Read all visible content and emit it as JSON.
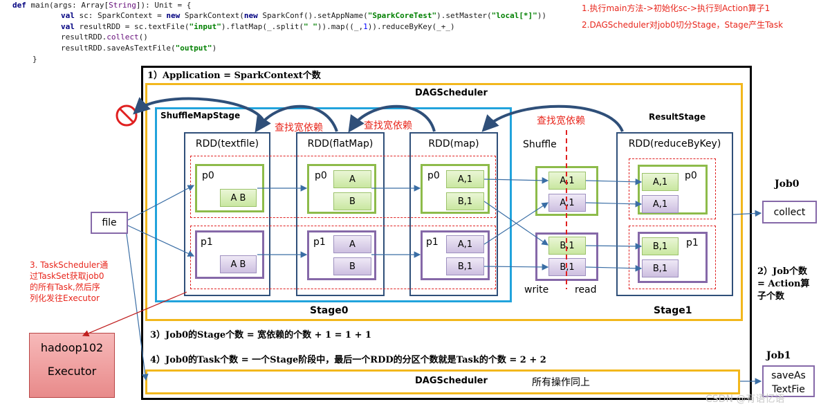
{
  "code": {
    "line1_kw": "def",
    "line1_rest_a": " main(args: Array[",
    "line1_type": "String",
    "line1_rest_b": "]): Unit = {",
    "line2_kw1": "val",
    "line2_a": " sc: SparkContext = ",
    "line2_kw2": "new",
    "line2_b": " SparkContext(",
    "line2_kw3": "new",
    "line2_c": " SparkConf().setAppName(",
    "line2_s1": "\"SparkCoreTest\"",
    "line2_d": ").setMaster(",
    "line2_s2": "\"local[*]\"",
    "line2_e": "))",
    "line3_kw": "val",
    "line3_a": " resultRDD = sc.textFile(",
    "line3_s1": "\"input\"",
    "line3_b": ").flatMap(_.split(",
    "line3_s2": "\" \"",
    "line3_c": ")).map((_,",
    "line3_num": "1",
    "line3_d": ")).reduceByKey(_+_)",
    "line4": "resultRDD.",
    "line4_m": "collect",
    "line4_b": "()",
    "line5_a": "resultRDD.saveAsTextFile(",
    "line5_s": "\"output\"",
    "line5_b": ")",
    "line6": "}"
  },
  "notes": {
    "top1": "1.执行main方法->初始化sc->执行到Action算子1",
    "top2": "2.DAGScheduler对job0切分Stage，Stage产生Task",
    "task_scheduler": [
      "3. TaskScheduler通",
      "过TaskSet获取job0",
      "的所有Task,然后序",
      "列化发往Executor"
    ]
  },
  "app_title": "1）Application = SparkContext个数",
  "dag_top": "DAGScheduler",
  "dag_bottom": "DAGScheduler",
  "same_ops": "所有操作同上",
  "shuffle_map_stage": "ShuffleMapStage",
  "result_stage": "ResultStage",
  "find_wide": [
    "查找宽依赖",
    "查找宽依赖",
    "查找宽依赖"
  ],
  "rdds": {
    "textfile": "RDD(textfile)",
    "flatmap": "RDD(flatMap)",
    "map": "RDD(map)",
    "reduce": "RDD(reduceByKey)"
  },
  "shuffle": "Shuffle",
  "write": "write",
  "read": "read",
  "p0": "p0",
  "p1": "p1",
  "cells": {
    "tf_p0": "A B",
    "tf_p1": "A B",
    "fm_p0_a": "A",
    "fm_p0_b": "B",
    "fm_p1_a": "A",
    "fm_p1_b": "B",
    "mp_p0_a": "A,1",
    "mp_p0_b": "B,1",
    "mp_p1_a": "A,1",
    "mp_p1_b": "B,1",
    "sh_0": "A,1",
    "sh_1": "A,1",
    "sh_2": "B,1",
    "sh_3": "B,1",
    "rd_p0_a": "A,1",
    "rd_p0_b": "A,1",
    "rd_p1_a": "B,1",
    "rd_p1_b": "B,1"
  },
  "stage0": "Stage0",
  "stage1": "Stage1",
  "file": "file",
  "job0": "Job0",
  "collect": "collect",
  "job1": "Job1",
  "save_as": [
    "saveAs",
    "TextFie"
  ],
  "job_count": [
    "2）Job个数",
    "= Action算",
    "子个数"
  ],
  "stage_count": "3）Job0的Stage个数 = 宽依赖的个数 + 1 = 1 + 1",
  "task_count": "4）Job0的Task个数 = 一个Stage阶段中，最后一个RDD的分区个数就是Task的个数 = 2 + 2",
  "executor": [
    "hadoop102",
    "Executor"
  ],
  "watermark": "CSDN @有语忆语",
  "colors": {
    "outer": "#000000",
    "dag": "#f2b71c",
    "shuffle_stage": "#21a3dc",
    "rdd": "#2f4f79",
    "dashed": "#e02020",
    "arrow": "#3a6ea5",
    "red": "#e8261c"
  }
}
